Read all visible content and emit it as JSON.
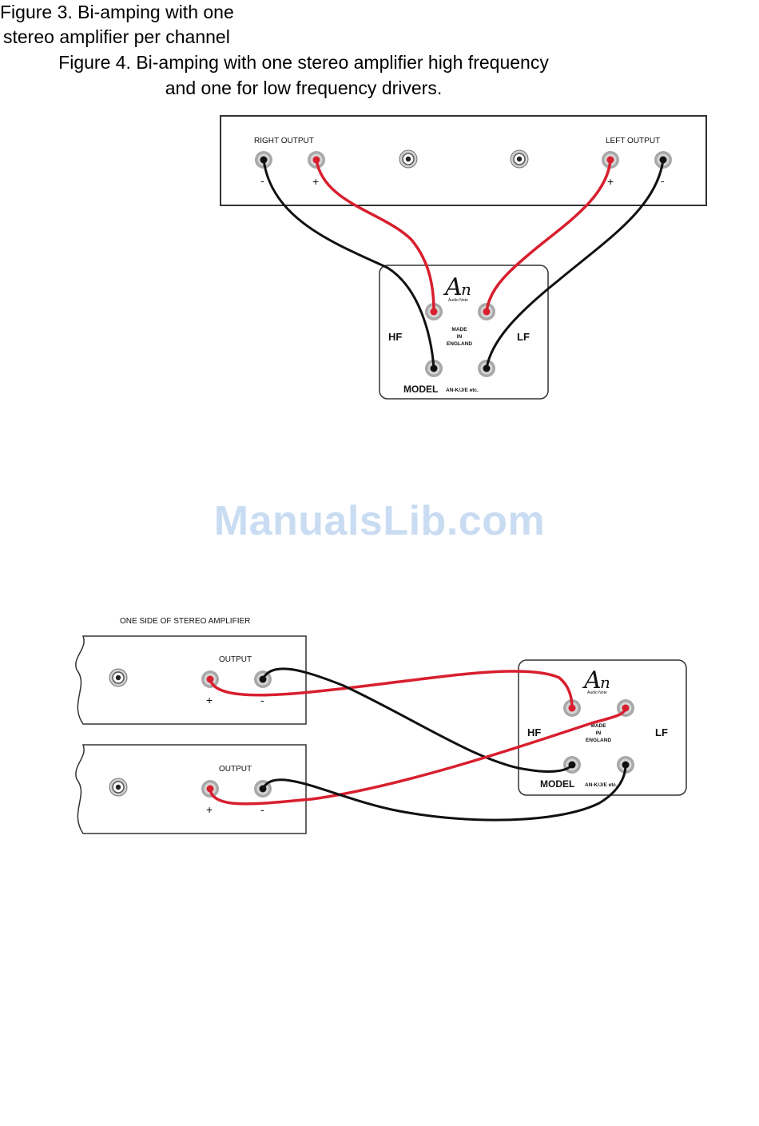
{
  "watermark": "ManualsLib.com",
  "colors": {
    "positive_cable": "#d81f2e",
    "negative_cable": "#111111",
    "terminal_ring": "#a8a8a8",
    "outline": "#222222"
  },
  "figure3": {
    "caption_line1": "Figure 3. Bi-amping with one",
    "caption_line2": "stereo amplifier per channel",
    "amp_right_output": "RIGHT  OUTPUT",
    "amp_left_output": "LEFT  OUTPUT",
    "minus": "-",
    "plus": "+",
    "speaker": {
      "hf": "HF",
      "lf": "LF",
      "made_line1": "MADE",
      "made_line2": "IN",
      "made_line3": "ENGLAND",
      "model": "MODEL",
      "model_number": "AN-K/J/E etc.",
      "brand_sub": "Audio Note"
    }
  },
  "figure4": {
    "caption_line1": "Figure 4. Bi-amping with one stereo amplifier high frequency",
    "caption_line2": "and one for low frequency drivers.",
    "amp_title": "ONE SIDE OF STEREO AMPLIFIER",
    "output_top": "OUTPUT",
    "output_bottom": "OUTPUT",
    "plus": "+",
    "minus": "-",
    "speaker": {
      "hf": "HF",
      "lf": "LF",
      "made_line1": "MADE",
      "made_line2": "IN",
      "made_line3": "ENGLAND",
      "model": "MODEL",
      "model_number": "AN-K/J/E etc.",
      "brand_sub": "Audio Note"
    }
  }
}
